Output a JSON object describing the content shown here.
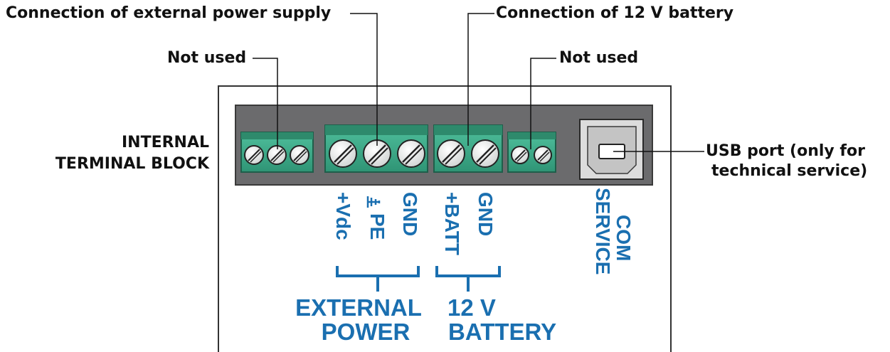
{
  "callouts": {
    "external_power": "Connection of external  power supply",
    "battery": "Connection of 12 V battery",
    "not_used_left": "Not used",
    "not_used_right": "Not used",
    "usb_line1": "USB port (only for",
    "usb_line2": "technical service)"
  },
  "block_label": {
    "line1": "INTERNAL",
    "line2": "TERMINAL BLOCK"
  },
  "terminals": {
    "vdc": "+Vdc",
    "pe": "PE",
    "gnd_power": "GND",
    "batt": "+BATT",
    "gnd_batt": "GND",
    "service": "SERVICE",
    "com": "COM"
  },
  "groups": {
    "external_line1": "EXTERNAL",
    "external_line2": "POWER",
    "battery_line1": "12 V",
    "battery_line2": "BATTERY"
  },
  "colors": {
    "label_blue": "#1a6fb0",
    "terminal_green": "#3aa887",
    "panel_gray": "#6b6b6d"
  }
}
